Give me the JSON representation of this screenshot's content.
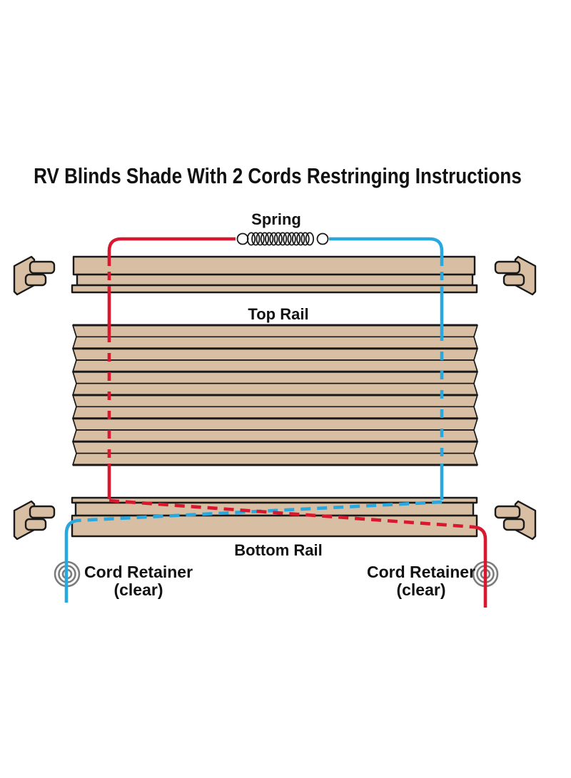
{
  "title": "RV Blinds Shade With 2 Cords Restringing Instructions",
  "labels": {
    "spring": "Spring",
    "top_rail": "Top Rail",
    "bottom_rail": "Bottom Rail",
    "cord_retainer_left": {
      "line1": "Cord Retainer",
      "line2": "(clear)"
    },
    "cord_retainer_right": {
      "line1": "Cord Retainer",
      "line2": "(clear)"
    }
  },
  "icons": {
    "spring": "coil-spring-icon",
    "bracket": "mounting-bracket-icon",
    "retainer": "concentric-rings-icon"
  },
  "colors": {
    "cord_red": "#D9182F",
    "cord_blue": "#29A8E0",
    "rail_tan": "#D8BFA3",
    "outline_black": "#1a1a1a",
    "retainer_gray": "#7C7C7C"
  }
}
